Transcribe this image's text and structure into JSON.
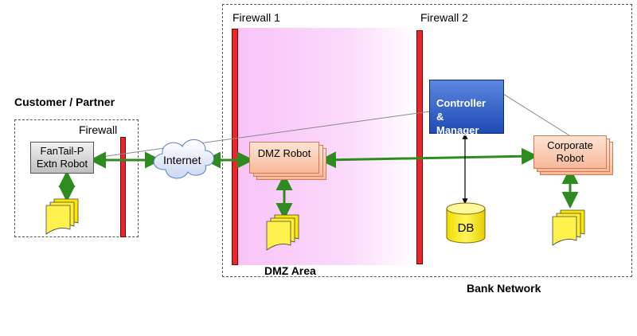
{
  "zones": {
    "customer_partner_label": "Customer / Partner",
    "bank_network_label": "Bank Network",
    "dmz_area_label": "DMZ Area"
  },
  "firewalls": {
    "firewall1_label": "Firewall 1",
    "firewall2_label": "Firewall 2",
    "customer_firewall_label": "Firewall"
  },
  "nodes": {
    "fantail_robot": "FanTail-P\nExtn Robot",
    "internet": "Internet",
    "dmz_robot": "DMZ Robot",
    "controller": "Controller\n&\nManager",
    "corporate_robot": "Corporate\nRobot",
    "db": "DB"
  },
  "colors": {
    "firewall_red": "#e8262b",
    "link_green": "#2e8b1f",
    "dmz_pink": "#f7c3f7",
    "controller_blue": "#2a55c2",
    "robot_peach": "#f8c6ad",
    "document_yellow": "#ffee33"
  },
  "icons": [
    "cloud-icon",
    "document-stack-icon",
    "database-icon"
  ]
}
